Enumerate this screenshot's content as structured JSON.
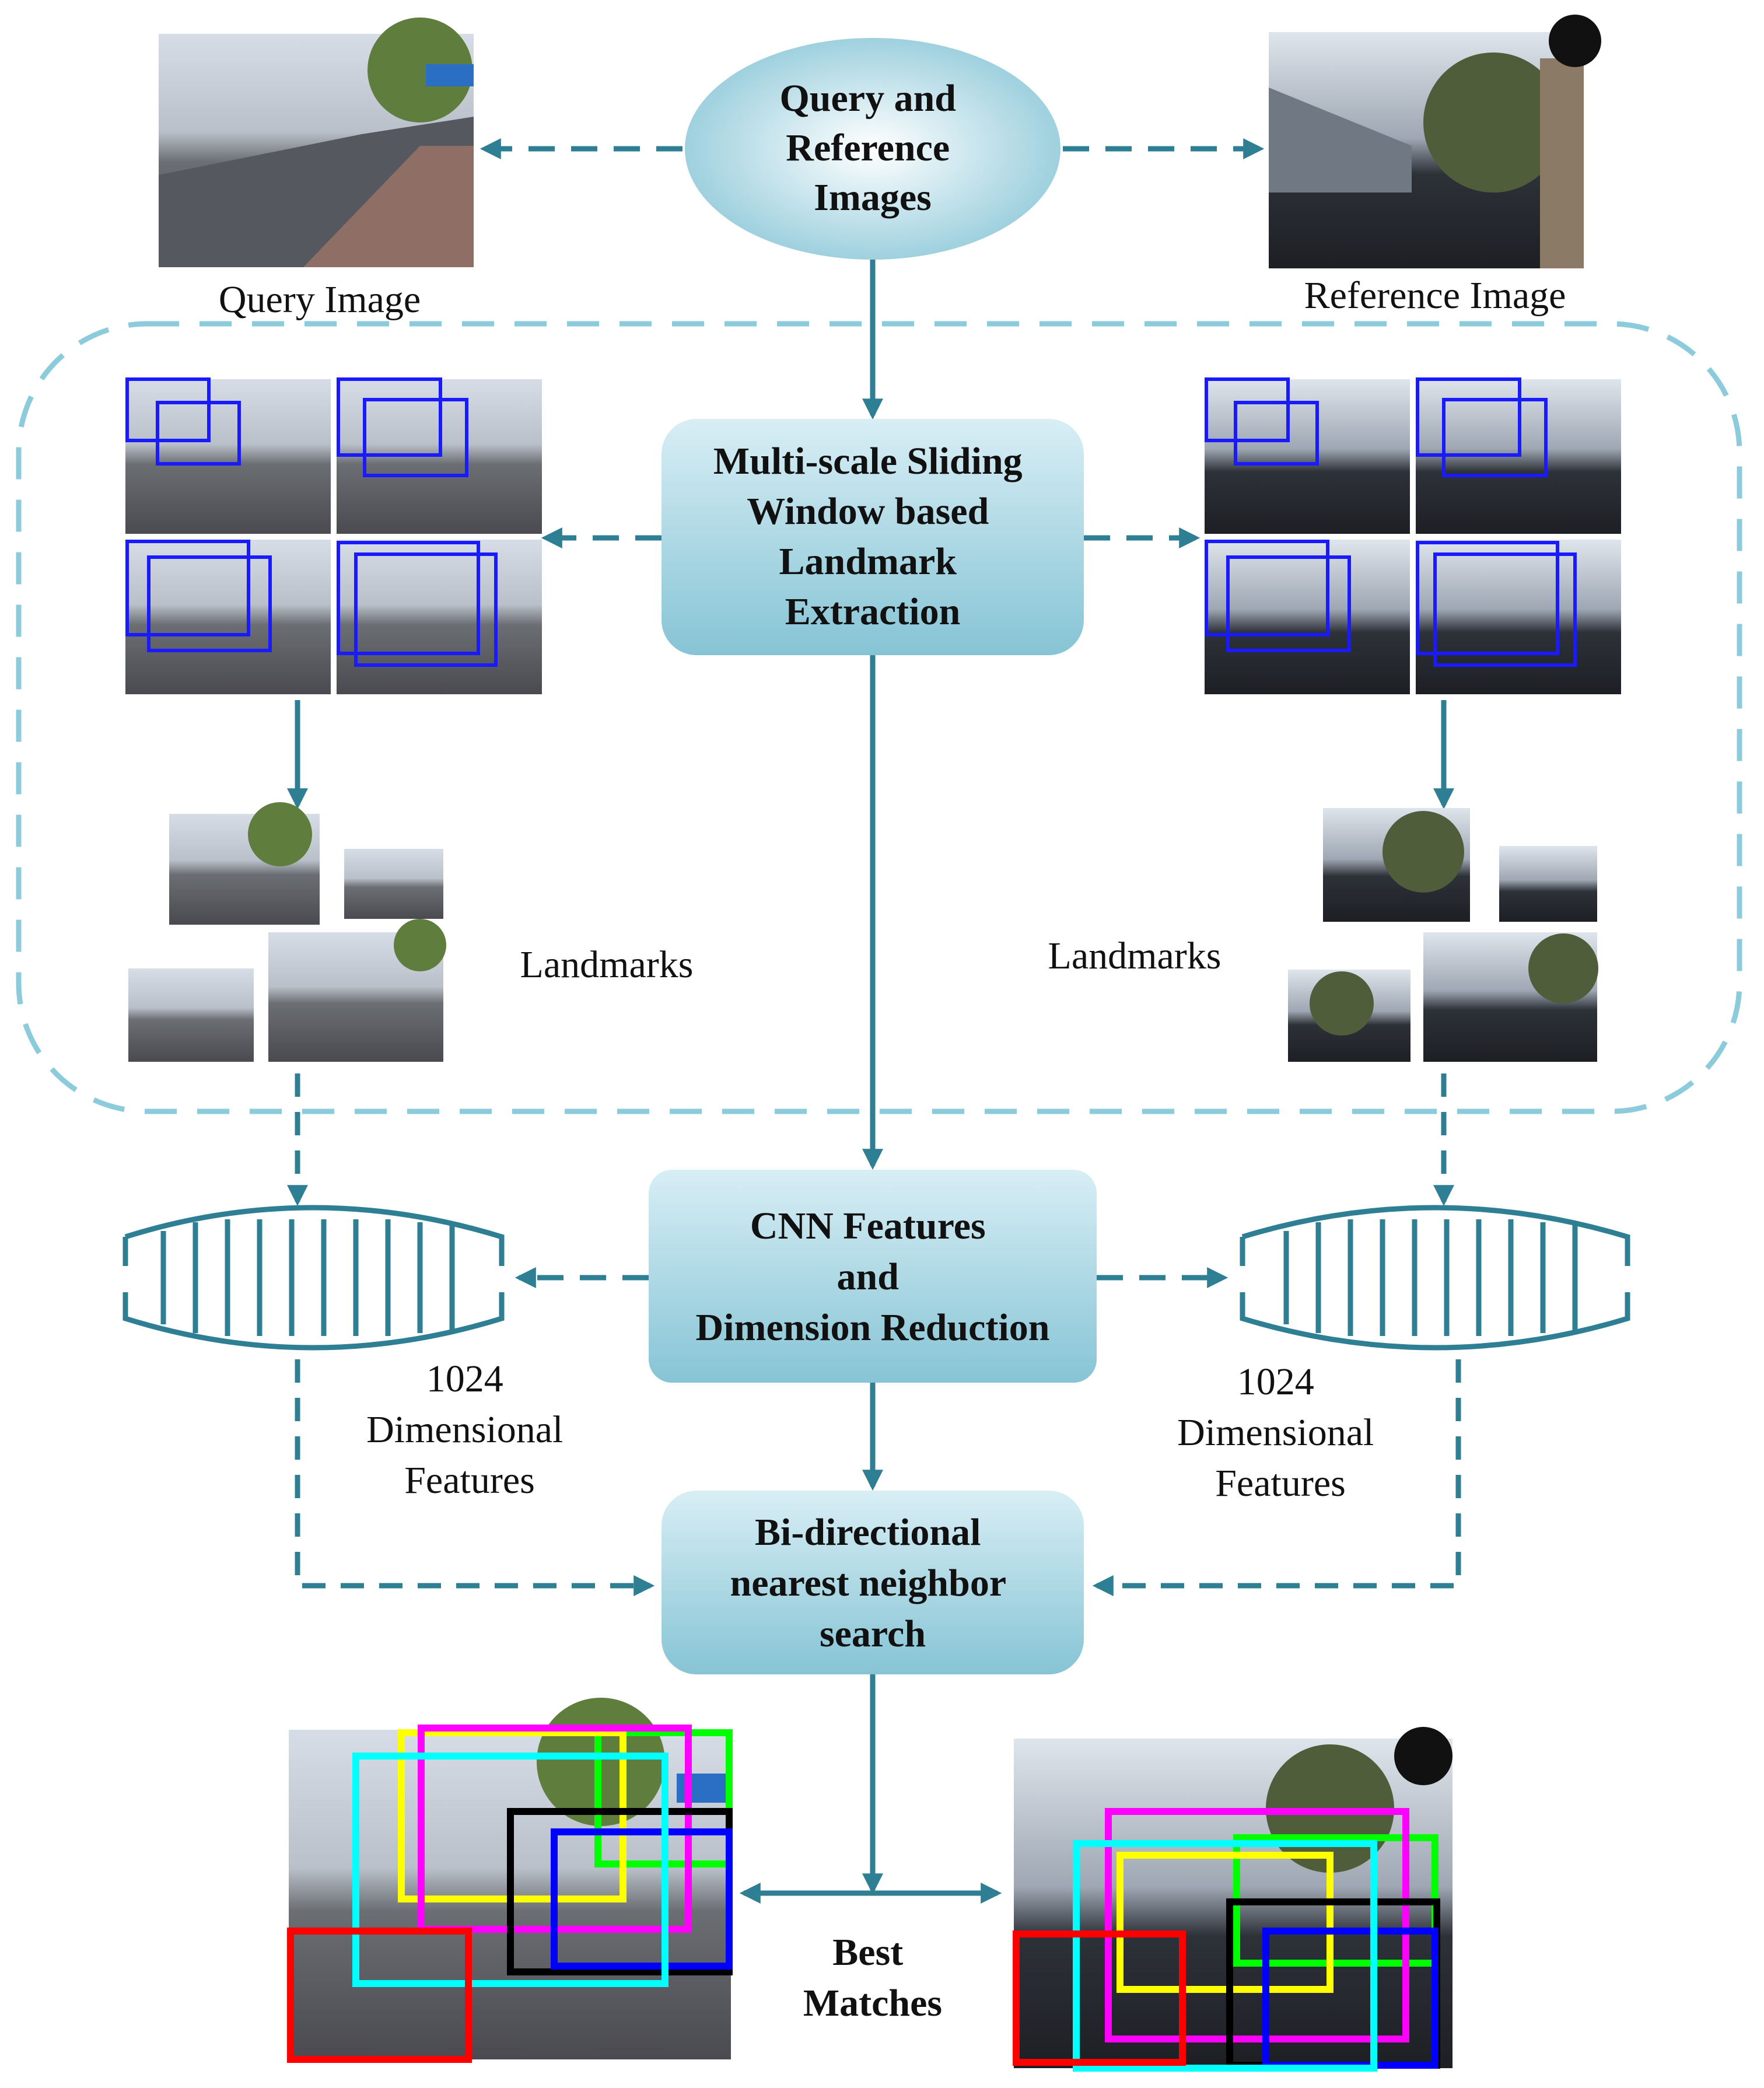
{
  "nodes": {
    "query_reference": [
      "Query and",
      "Reference",
      "Images"
    ],
    "sliding_window": [
      "Multi-scale Sliding",
      "Window based",
      "Landmark",
      "Extraction"
    ],
    "cnn_features": [
      "CNN Features",
      "and",
      "Dimension Reduction"
    ],
    "nn_search": [
      "Bi-directional",
      "nearest neighbor",
      "search"
    ]
  },
  "labels": {
    "query_image": "Query Image",
    "reference_image": "Reference Image",
    "landmarks_left": "Landmarks",
    "landmarks_right": "Landmarks",
    "features_left": [
      "1024",
      "Dimensional",
      "Features"
    ],
    "features_right": [
      "1024",
      "Dimensional",
      "Features"
    ],
    "best_matches": [
      "Best",
      "Matches"
    ]
  },
  "colors": {
    "arrow": "#2f7f94",
    "dashed_region": "#8ccbdb",
    "node_fill_top": "#c7e6ef",
    "node_fill_bottom": "#82c2d4",
    "window_box": "#1a1aff",
    "match_red": "#ff0000",
    "match_cyan": "#00ffff",
    "match_yellow": "#ffff00",
    "match_magenta": "#ff00ff",
    "match_green": "#00ff00",
    "match_black": "#000000",
    "match_blue": "#0000ff"
  }
}
